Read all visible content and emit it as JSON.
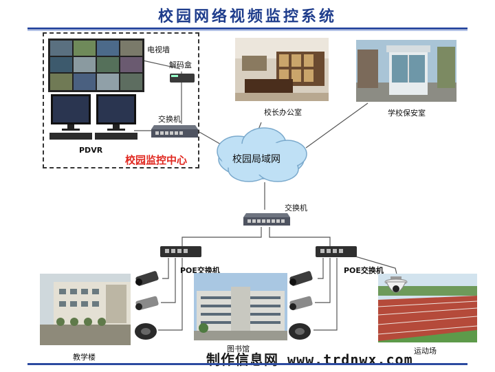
{
  "title": "校园网络视频监控系统",
  "center": {
    "video_wall": "电视墙",
    "decoder": "解码盒",
    "switch": "交换机",
    "pdvr": "PDVR",
    "center_name": "校园监控中心"
  },
  "cloud": "校园局域网",
  "offices": {
    "principal": "校长办公室",
    "security": "学校保安室"
  },
  "main_switch": "交换机",
  "poe_left": "POE交换机",
  "poe_right": "POE交换机",
  "sites": {
    "teaching": "教学楼",
    "library": "图书馆",
    "sports": "运动场"
  },
  "watermark": "制作信息网 www.trdnwx.com",
  "colors": {
    "title": "#1f3d8c",
    "center_label": "#e0271f",
    "cloud": "#bfe0f5"
  }
}
